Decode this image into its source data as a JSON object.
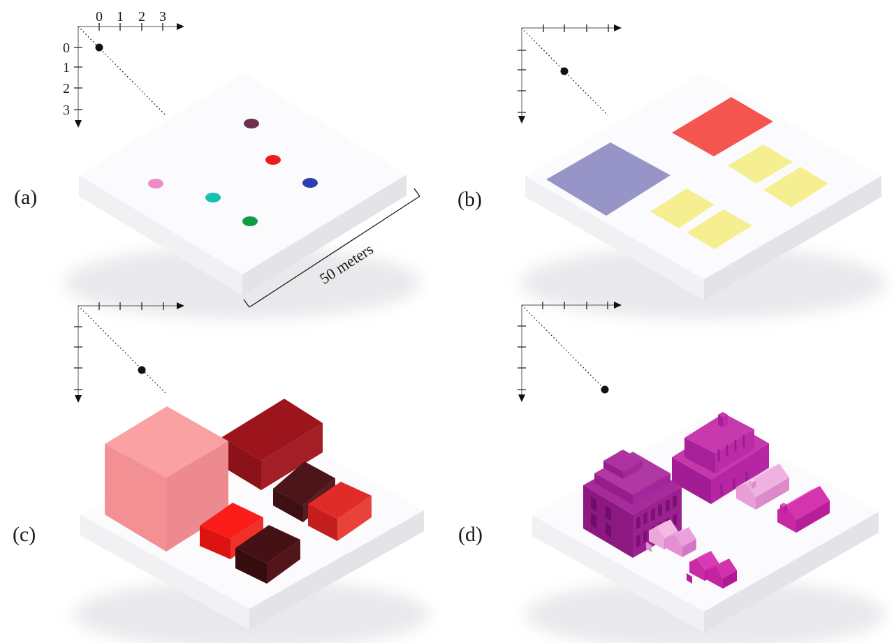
{
  "figure": {
    "panel_labels": {
      "a": "(a)",
      "b": "(b)",
      "c": "(c)",
      "d": "(d)"
    },
    "scale_label": "50 meters",
    "background": "#FFFFFF"
  },
  "slab": {
    "top": "#FBFBFD",
    "left": "#F1F1F4",
    "right": "#E3E3E8",
    "shadow": "#D8D8DE"
  },
  "axis": {
    "line": "#8A8A8A",
    "tick": "#444444",
    "marker": "#111111",
    "a": {
      "x_ticks": [
        "0",
        "1",
        "2",
        "3"
      ],
      "y_ticks": [
        "0",
        "1",
        "2",
        "3"
      ],
      "level": 0
    },
    "b": {
      "level": 1
    },
    "c": {
      "level": 2
    },
    "d": {
      "level": 3
    }
  },
  "panel_a": {
    "dots": [
      {
        "name": "maroon-point",
        "color": "#6E3150"
      },
      {
        "name": "red-point",
        "color": "#EE1C24"
      },
      {
        "name": "blue-point",
        "color": "#2B3FAE"
      },
      {
        "name": "pink-point",
        "color": "#EE8CC5"
      },
      {
        "name": "teal-point",
        "color": "#17C0B0"
      },
      {
        "name": "green-point",
        "color": "#0E9C44"
      }
    ]
  },
  "panel_b": {
    "zones": {
      "red": "#F5554F",
      "purple": "#9795C7",
      "yellow": "#F6EF92"
    }
  },
  "panel_c": {
    "boxes": {
      "pink_cube": {
        "top": "#F9A1A3",
        "left": "#F29093",
        "right": "#ED8A8F"
      },
      "dark_red": {
        "top": "#9D151C",
        "left": "#8A1218",
        "right": "#A31E25"
      },
      "maroon_mid": {
        "top": "#4B151A",
        "left": "#3E1013",
        "right": "#571B20"
      },
      "red_right": {
        "top": "#E12B28",
        "left": "#C21F1E",
        "right": "#E8423B"
      },
      "red_center": {
        "top": "#FA1D1A",
        "left": "#DC1310",
        "right": "#F03129"
      },
      "maroon_bottom": {
        "top": "#461114",
        "left": "#370C0F",
        "right": "#521519"
      }
    }
  },
  "panel_d": {
    "buildings": {
      "large": {
        "top": "#A72B9B",
        "left": "#8C1982",
        "right": "#9B2090",
        "roof_top": "#B038A3",
        "roof_left": "#951E8A",
        "roof_right": "#A3269A",
        "parapet": "#AD32A0",
        "window_left": "#6F0E67",
        "window_right": "#7D1173"
      },
      "mid": {
        "top": "#C438AC",
        "left": "#A21C95",
        "right": "#B625A3",
        "upper_top": "#C63AAE",
        "upper_left": "#A81F9A",
        "upper_right": "#BC2BA7",
        "window": "#971B8C"
      },
      "pink_house": {
        "front": "#E79FD6",
        "wall": "#DB8ACA",
        "roof_right": "#EFB2E0",
        "roof_left": "#F7CDEB"
      },
      "magenta_house": {
        "front": "#C827A3",
        "wall": "#B81E99",
        "roof_right": "#D434AE",
        "roof_left": "#E14FC0"
      },
      "pink_pair": {
        "front1": "#ECA8DC",
        "wall1": "#DE8FCE",
        "roof_right1": "#F2B9E3",
        "roof_left1": "#F8D0EC",
        "front2": "#E48FD4",
        "wall2": "#D377C4",
        "roof_right2": "#EBA0DB",
        "roof_left2": "#F3C0E7"
      },
      "magenta_pair": {
        "front1": "#CB2AA6",
        "wall1": "#BB1C9B",
        "roof_right1": "#D83BB3",
        "roof_left1": "#E356C6",
        "front2": "#C524A1",
        "wall2": "#B41795",
        "roof_right2": "#D133AC",
        "roof_left2": "#DD4BBE"
      }
    }
  }
}
